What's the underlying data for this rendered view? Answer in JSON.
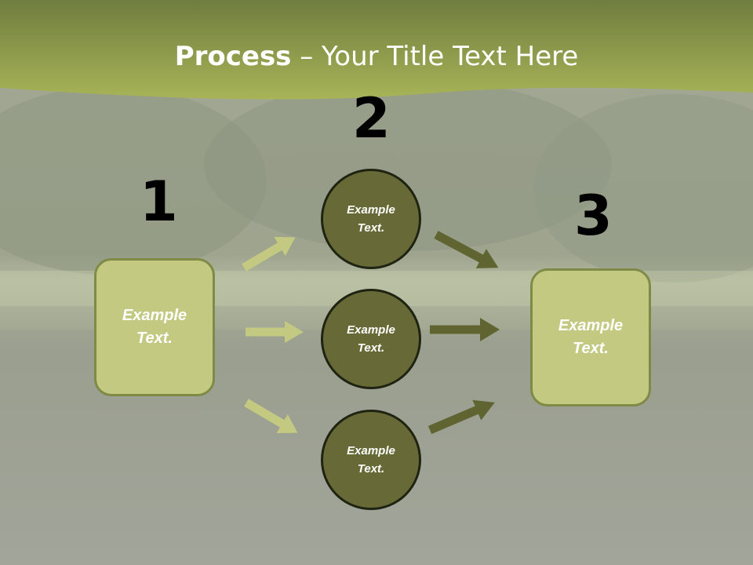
{
  "title": {
    "bold": "Process",
    "rest": " – Your Title Text Here"
  },
  "steps": {
    "one": {
      "number": "1",
      "text": "Example\nText."
    },
    "two": {
      "number": "2",
      "items": [
        "Example\nText.",
        "Example\nText.",
        "Example\nText."
      ]
    },
    "three": {
      "number": "3",
      "text": "Example\nText."
    }
  },
  "colors": {
    "banner": "#a9b34f",
    "light_box": "#c4c982",
    "circle_fill": "#676a36",
    "arrow_light": "#c4c982",
    "arrow_dark": "#5f6430"
  }
}
